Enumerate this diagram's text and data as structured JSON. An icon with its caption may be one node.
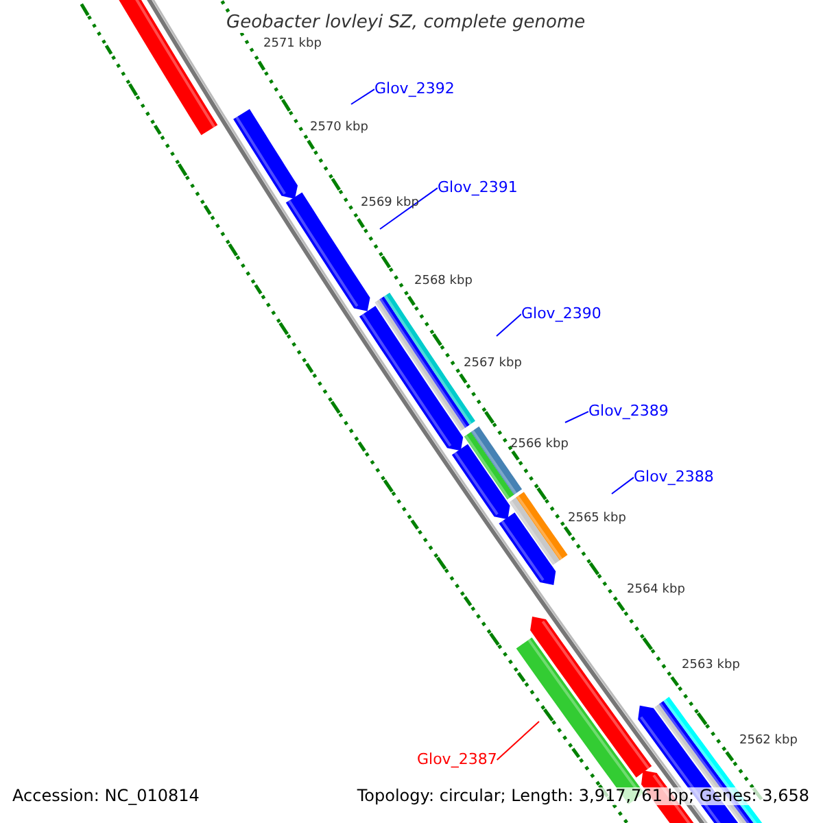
{
  "diagram": {
    "title": "Geobacter lovleyi SZ, complete genome",
    "nodes": [
      {
        "text": [
          "Glov_2392"
        ]
      },
      {
        "text": [
          "Glov_2391"
        ]
      },
      {
        "text": [
          "Glov_2390"
        ]
      },
      {
        "text": [
          "Glov_2389"
        ]
      },
      {
        "text": [
          "Glov_2388"
        ]
      },
      {
        "text": [
          "Glov_2387"
        ]
      }
    ],
    "edges": [
      {
        "from": 0,
        "to": null,
        "arrow": "none"
      },
      {
        "from": 1,
        "to": null,
        "arrow": "none"
      },
      {
        "from": 2,
        "to": null,
        "arrow": "none"
      },
      {
        "from": 3,
        "to": null,
        "arrow": "none"
      },
      {
        "from": 4,
        "to": null,
        "arrow": "none"
      },
      {
        "from": 5,
        "to": null,
        "arrow": "none",
        "color": "#ff0000"
      }
    ],
    "labels": [
      "2571 kbp",
      "2570 kbp",
      "2569 kbp",
      "2568 kbp",
      "2567 kbp",
      "2566 kbp",
      "2565 kbp",
      "2564 kbp",
      "2563 kbp",
      "2562 kbp",
      "Accession: NC_010814",
      "Topology: circular; Length: 3,917,761 bp; Genes: 3,658"
    ]
  }
}
